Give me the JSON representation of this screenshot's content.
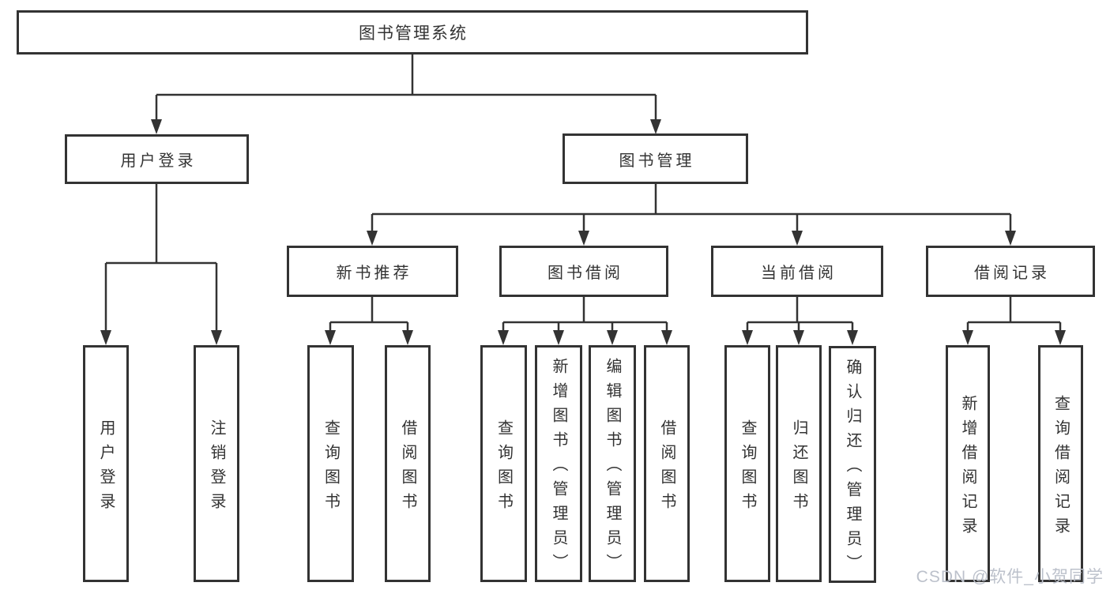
{
  "colors": {
    "line": "#333333",
    "box_border": "#333333",
    "box_background": "#ffffff",
    "watermark": "#bcc1cb"
  },
  "watermark": {
    "text": "CSDN @软件_小贺同学"
  },
  "tree": {
    "root": {
      "label": "图书管理系统"
    },
    "branches": [
      {
        "label": "用户登录",
        "leaves": [
          {
            "label": "用户登录"
          },
          {
            "label": "注销登录"
          }
        ]
      },
      {
        "label": "图书管理",
        "groups": [
          {
            "label": "新书推荐",
            "leaves": [
              {
                "label": "查询图书"
              },
              {
                "label": "借阅图书"
              }
            ]
          },
          {
            "label": "图书借阅",
            "leaves": [
              {
                "label": "查询图书"
              },
              {
                "label": "新增图书（管理员）"
              },
              {
                "label": "编辑图书（管理员）"
              },
              {
                "label": "借阅图书"
              }
            ]
          },
          {
            "label": "当前借阅",
            "leaves": [
              {
                "label": "查询图书"
              },
              {
                "label": "归还图书"
              },
              {
                "label": "确认归还（管理员）"
              }
            ]
          },
          {
            "label": "借阅记录",
            "leaves": [
              {
                "label": "新增借阅记录"
              },
              {
                "label": "查询借阅记录"
              }
            ]
          }
        ]
      }
    ]
  }
}
